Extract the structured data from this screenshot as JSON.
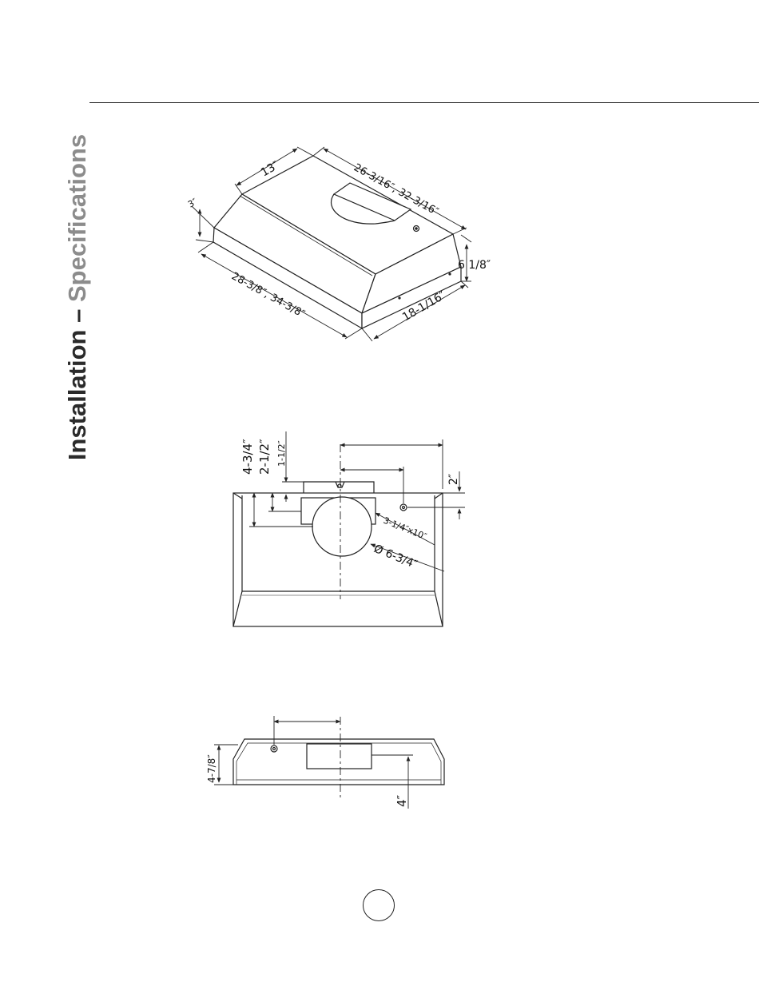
{
  "header": {
    "title_main": "Installation – ",
    "title_accent": "Specifications"
  },
  "iso_view": {
    "depth_top": "13″",
    "width_top": "26-3/16″, 32-3/16″",
    "front_edge": "3″",
    "height_right": "6 1/8″",
    "width_bottom": "28-3/8″, 34-3/8″",
    "depth_bottom": "18-1/16″"
  },
  "top_view": {
    "dim_a": "4-3/4″",
    "dim_b": "2-1/2″",
    "dim_c": "1-1/2″",
    "dim_right": "2″",
    "duct_rect": "3-1/4″x10″",
    "duct_round": "Ø 6-3/4″"
  },
  "back_view": {
    "dim_left": "4-7/8″",
    "dim_bottom": "4″"
  },
  "page_number": "",
  "colors": {
    "line": "#222222",
    "title_gray": "#8c8c8c",
    "title_dark": "#2b2b2b"
  }
}
